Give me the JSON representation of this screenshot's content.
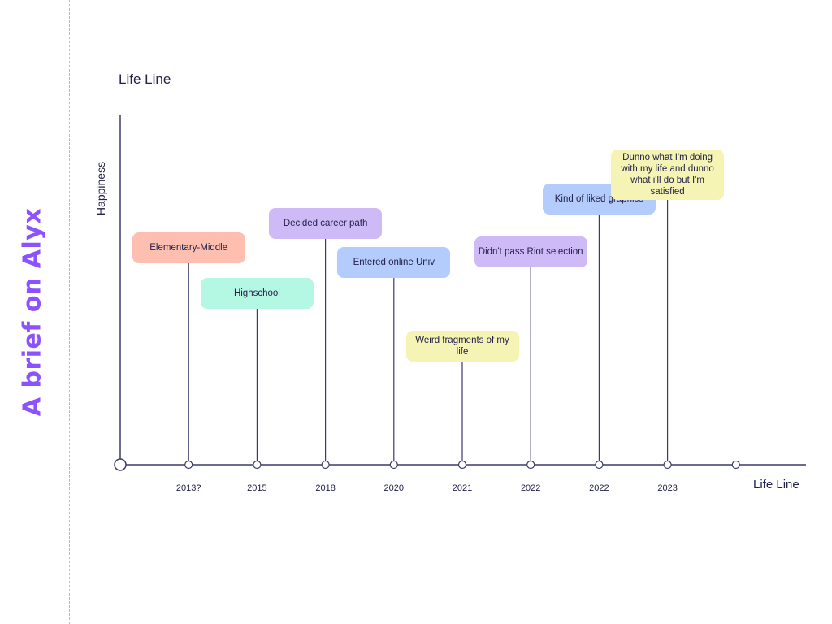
{
  "sidebar_title": "A brief on Alyx",
  "chart_data": {
    "type": "timeline",
    "title": "Life Line",
    "xlabel": "Life Line",
    "ylabel": "Happiness",
    "x": [
      "2013?",
      "2015",
      "2018",
      "2020",
      "2021",
      "2022",
      "2022",
      "2023"
    ],
    "events": [
      {
        "label": "Elementary-Middle",
        "year": "2013?",
        "happiness": 6.2,
        "color": "#ffbfb0"
      },
      {
        "label": "Highschool",
        "year": "2015",
        "happiness": 4.9,
        "color": "#b4f7e3"
      },
      {
        "label": "Decided career path",
        "year": "2018",
        "happiness": 6.9,
        "color": "#cdbaf6"
      },
      {
        "label": "Entered online Univ",
        "year": "2020",
        "happiness": 5.8,
        "color": "#b4ccfc"
      },
      {
        "label": "Weird fragments of my life",
        "year": "2021",
        "happiness": 3.4,
        "color": "#f5f4b4"
      },
      {
        "label": "Didn't pass Riot selection",
        "year": "2022",
        "happiness": 6.1,
        "color": "#cdbaf6"
      },
      {
        "label": "Kind of liked graphics",
        "year": "2022",
        "happiness": 7.6,
        "color": "#b4ccfc"
      },
      {
        "label": "Dunno what I'm doing with my life and dunno what i'll do but I'm satisfied",
        "year": "2023",
        "happiness": 8.3,
        "color": "#f5f4b4"
      }
    ],
    "grid": false,
    "legend": "none"
  }
}
